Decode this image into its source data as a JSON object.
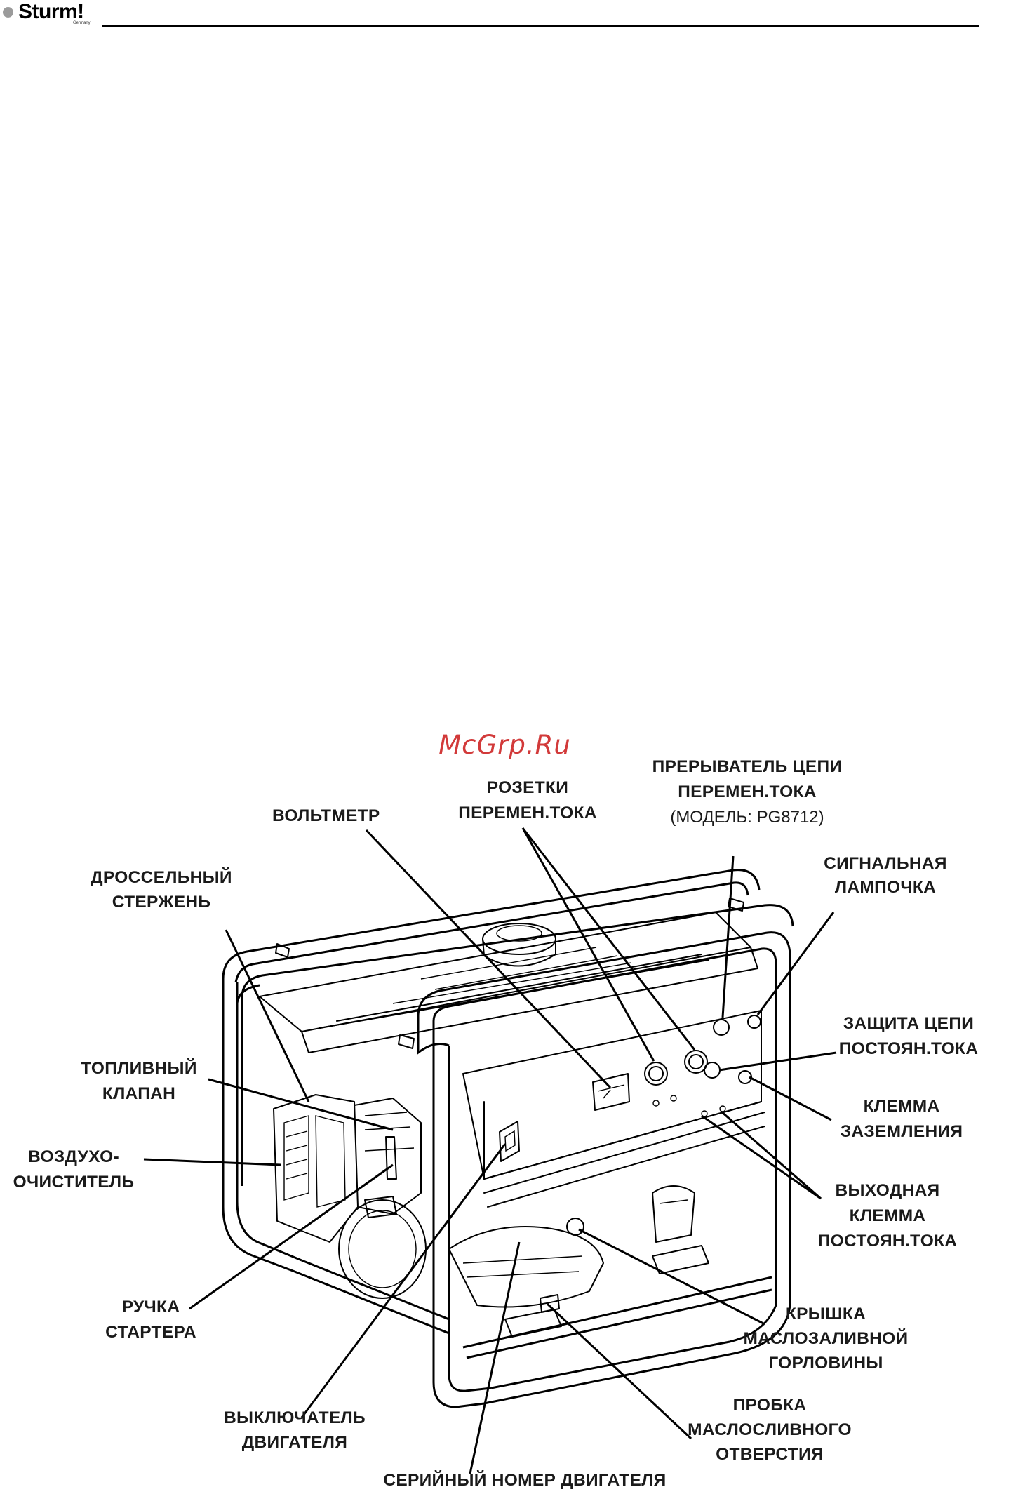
{
  "header": {
    "brand": "Sturm!",
    "brand_sub": "Germany"
  },
  "watermark": "McGrp.Ru",
  "labels": {
    "voltmeter": "ВОЛЬТМЕТР",
    "sockets_1": "РОЗЕТКИ",
    "sockets_2": "ПЕРЕМЕН.ТОКА",
    "breaker_1": "ПРЕРЫВАТЕЛЬ ЦЕПИ",
    "breaker_2": "ПЕРЕМЕН.ТОКА",
    "breaker_3": "(МОДЕЛЬ: PG8712)",
    "choke_1": "ДРОССЕЛЬНЫЙ",
    "choke_2": "СТЕРЖЕНЬ",
    "signal_1": "СИГНАЛЬНАЯ",
    "signal_2": "ЛАМПОЧКА",
    "fuel_1": "ТОПЛИВНЫЙ",
    "fuel_2": "КЛАПАН",
    "dcprot_1": "ЗАЩИТА ЦЕПИ",
    "dcprot_2": "ПОСТОЯН.ТОКА",
    "ground_1": "КЛЕММА",
    "ground_2": "ЗАЗЕМЛЕНИЯ",
    "air_1": "ВОЗДУХО-",
    "air_2": "ОЧИСТИТЕЛЬ",
    "dcout_1": "ВЫХОДНАЯ",
    "dcout_2": "КЛЕММА",
    "dcout_3": "ПОСТОЯН.ТОКА",
    "starter_1": "РУЧКА",
    "starter_2": "СТАРТЕРА",
    "oilcap_1": "КРЫШКА",
    "oilcap_2": "МАСЛОЗАЛИВНОЙ",
    "oilcap_3": "ГОРЛОВИНЫ",
    "switch_1": "ВЫКЛЮЧАТЕЛЬ",
    "switch_2": "ДВИГАТЕЛЯ",
    "drain_1": "ПРОБКА",
    "drain_2": "МАСЛОСЛИВНОГО",
    "drain_3": "ОТВЕРСТИЯ",
    "serial": "СЕРИЙНЫЙ НОМЕР ДВИГАТЕЛЯ"
  }
}
